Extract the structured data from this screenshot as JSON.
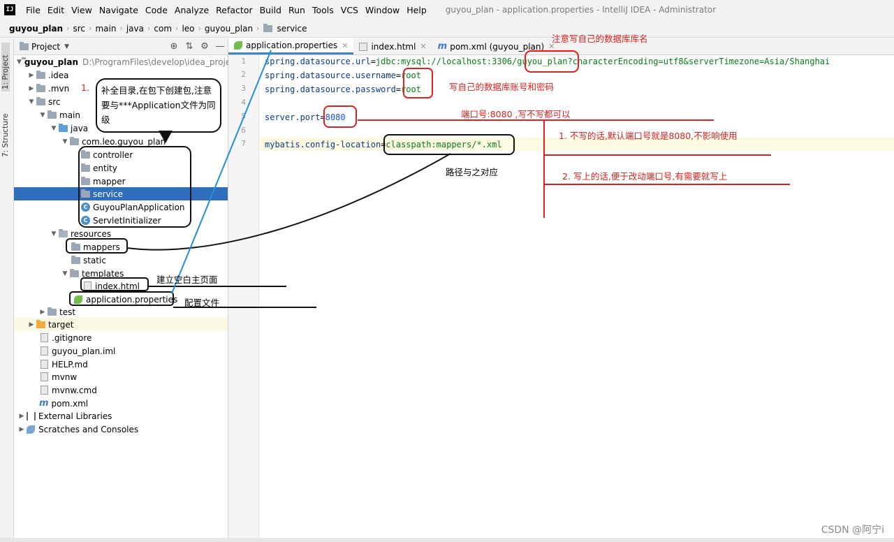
{
  "menubar": {
    "logo": "IJ",
    "items": [
      "File",
      "Edit",
      "View",
      "Navigate",
      "Code",
      "Analyze",
      "Refactor",
      "Build",
      "Run",
      "Tools",
      "VCS",
      "Window",
      "Help"
    ],
    "window_title": "guyou_plan - application.properties - IntelliJ IDEA - Administrator"
  },
  "breadcrumb": [
    "guyou_plan",
    "src",
    "main",
    "java",
    "com",
    "leo",
    "guyou_plan",
    "service"
  ],
  "tool_strip": {
    "project": "1: Project",
    "structure": "7: Structure"
  },
  "project_panel": {
    "title": "Project",
    "tree": [
      {
        "label": "guyou_plan",
        "extra": "D:\\ProgramFiles\\develop\\idea_proje"
      },
      {
        "label": ".idea"
      },
      {
        "label": ".mvn"
      },
      {
        "label": "src"
      },
      {
        "label": "main"
      },
      {
        "label": "java"
      },
      {
        "label": "com.leo.guyou_plan"
      },
      {
        "label": "controller"
      },
      {
        "label": "entity"
      },
      {
        "label": "mapper"
      },
      {
        "label": "service"
      },
      {
        "label": "GuyouPlanApplication"
      },
      {
        "label": "ServletInitializer"
      },
      {
        "label": "resources"
      },
      {
        "label": "mappers"
      },
      {
        "label": "static"
      },
      {
        "label": "templates"
      },
      {
        "label": "index.html"
      },
      {
        "label": "application.properties"
      },
      {
        "label": "test"
      },
      {
        "label": "target"
      },
      {
        "label": ".gitignore"
      },
      {
        "label": "guyou_plan.iml"
      },
      {
        "label": "HELP.md"
      },
      {
        "label": "mvnw"
      },
      {
        "label": "mvnw.cmd"
      },
      {
        "label": "pom.xml"
      },
      {
        "label": "External Libraries"
      },
      {
        "label": "Scratches and Consoles"
      }
    ]
  },
  "editor": {
    "tabs": [
      {
        "label": "application.properties"
      },
      {
        "label": "index.html"
      },
      {
        "label": "pom.xml (guyou_plan)"
      }
    ],
    "lines": [
      {
        "num": "1",
        "key": "spring.datasource.url",
        "eq": "=",
        "val": "jdbc:mysql://localhost:3306/guyou_plan?characterEncoding=utf8&serverTimezone=Asia/Shanghai"
      },
      {
        "num": "2",
        "key": "spring.datasource.username",
        "eq": "=",
        "val": "root"
      },
      {
        "num": "3",
        "key": "spring.datasource.password",
        "eq": "=",
        "val": "root"
      },
      {
        "num": "4",
        "key": "",
        "eq": "",
        "val": ""
      },
      {
        "num": "5",
        "key": "server.port",
        "eq": "=",
        "val": "8080"
      },
      {
        "num": "6",
        "key": "",
        "eq": "",
        "val": ""
      },
      {
        "num": "7",
        "key": "mybatis.config-location",
        "eq": "=",
        "val": "classpath:mappers/*.xml"
      }
    ]
  },
  "annotations": {
    "db_name": "注意写自己的数据库库名",
    "db_account": "写自己的数据库账号和密码",
    "port": "端口号:8080 ,写不写都可以",
    "port_note1": "1. 不写的话,默认端口号就是8080,不影响使用",
    "port_note2": "2. 写上的话,便于改动端口号,有需要就写上",
    "path_match": "路径与之对应",
    "step_num": "1.",
    "callout": "补全目录,在包下创建包,注意要与***Application文件为同级",
    "index_note": "建立空白主页面",
    "config_note": "配置文件"
  },
  "watermark": "CSDN @阿宁i",
  "colors": {
    "accent": "#2f6ebd",
    "annotation_red": "#e0201e",
    "blue_line": "#1e90d8"
  }
}
